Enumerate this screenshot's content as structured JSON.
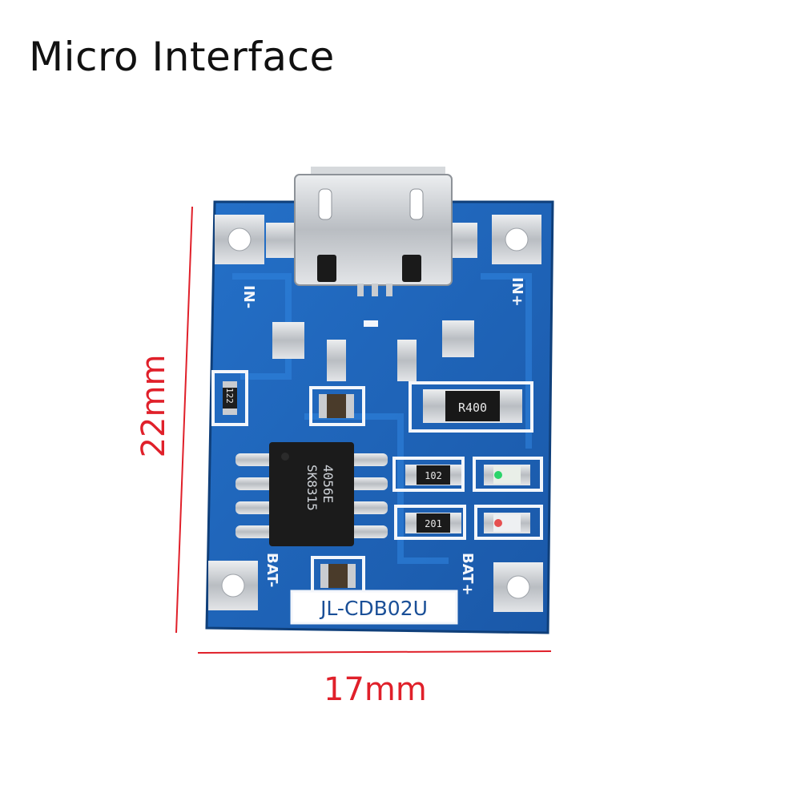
{
  "headline": "Micro Interface",
  "dimensions": {
    "height": "22mm",
    "width": "17mm"
  },
  "board": {
    "model": "JL-CDB02U",
    "pin_labels": {
      "in_minus": "IN-",
      "in_plus": "IN+",
      "bat_minus": "BAT-",
      "bat_plus": "BAT+"
    },
    "chip_marking": [
      "4056E",
      "SK8315"
    ],
    "resistors": {
      "sense": "R400",
      "r102": "102",
      "r201": "201",
      "r122": "122"
    }
  },
  "colors": {
    "pcb": "#1f63b8",
    "pcb_dark": "#14498d",
    "silk": "#f3f6fb",
    "pad": "#c9ccd0",
    "dimension_line": "#e0202a"
  }
}
